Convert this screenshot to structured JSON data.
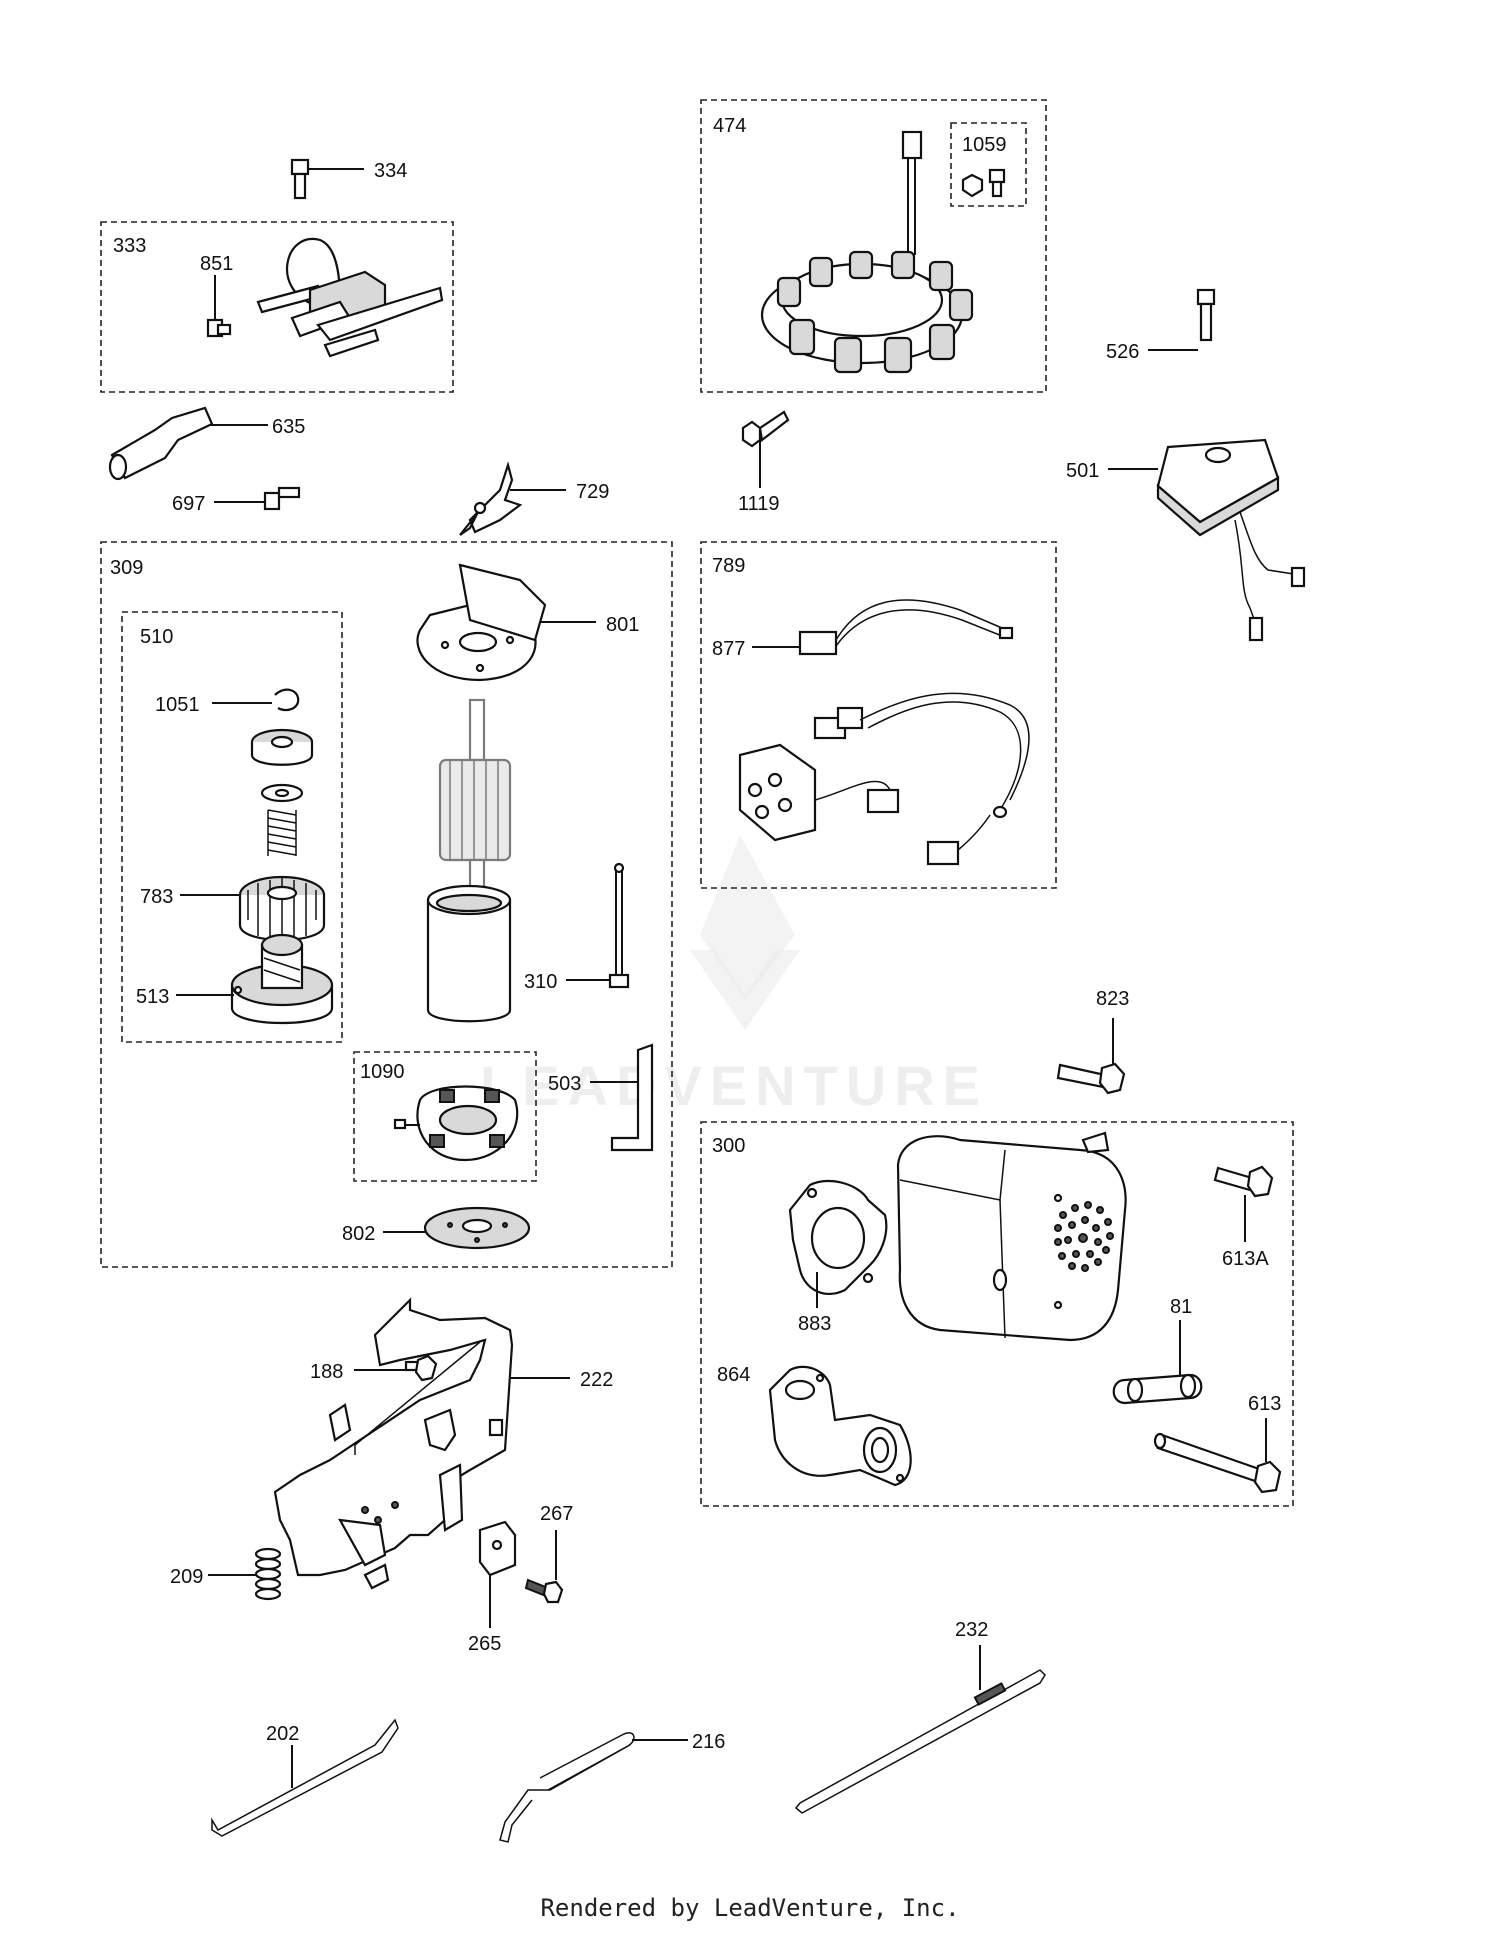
{
  "footer": "Rendered by LeadVenture, Inc.",
  "watermark": "LEADVENTURE",
  "groups": {
    "g333": "333",
    "g474": "474",
    "g1059": "1059",
    "g309": "309",
    "g510": "510",
    "g1090": "1090",
    "g789": "789",
    "g300": "300"
  },
  "labels": {
    "p334": "334",
    "p851": "851",
    "p635": "635",
    "p697": "697",
    "p729": "729",
    "p1119": "1119",
    "p526": "526",
    "p501": "501",
    "p801": "801",
    "p1051": "1051",
    "p783": "783",
    "p513": "513",
    "p310": "310",
    "p503": "503",
    "p802": "802",
    "p877": "877",
    "p823": "823",
    "p613A": "613A",
    "p883": "883",
    "p81": "81",
    "p864": "864",
    "p613": "613",
    "p188": "188",
    "p222": "222",
    "p267": "267",
    "p209": "209",
    "p265": "265",
    "p232": "232",
    "p202": "202",
    "p216": "216"
  }
}
